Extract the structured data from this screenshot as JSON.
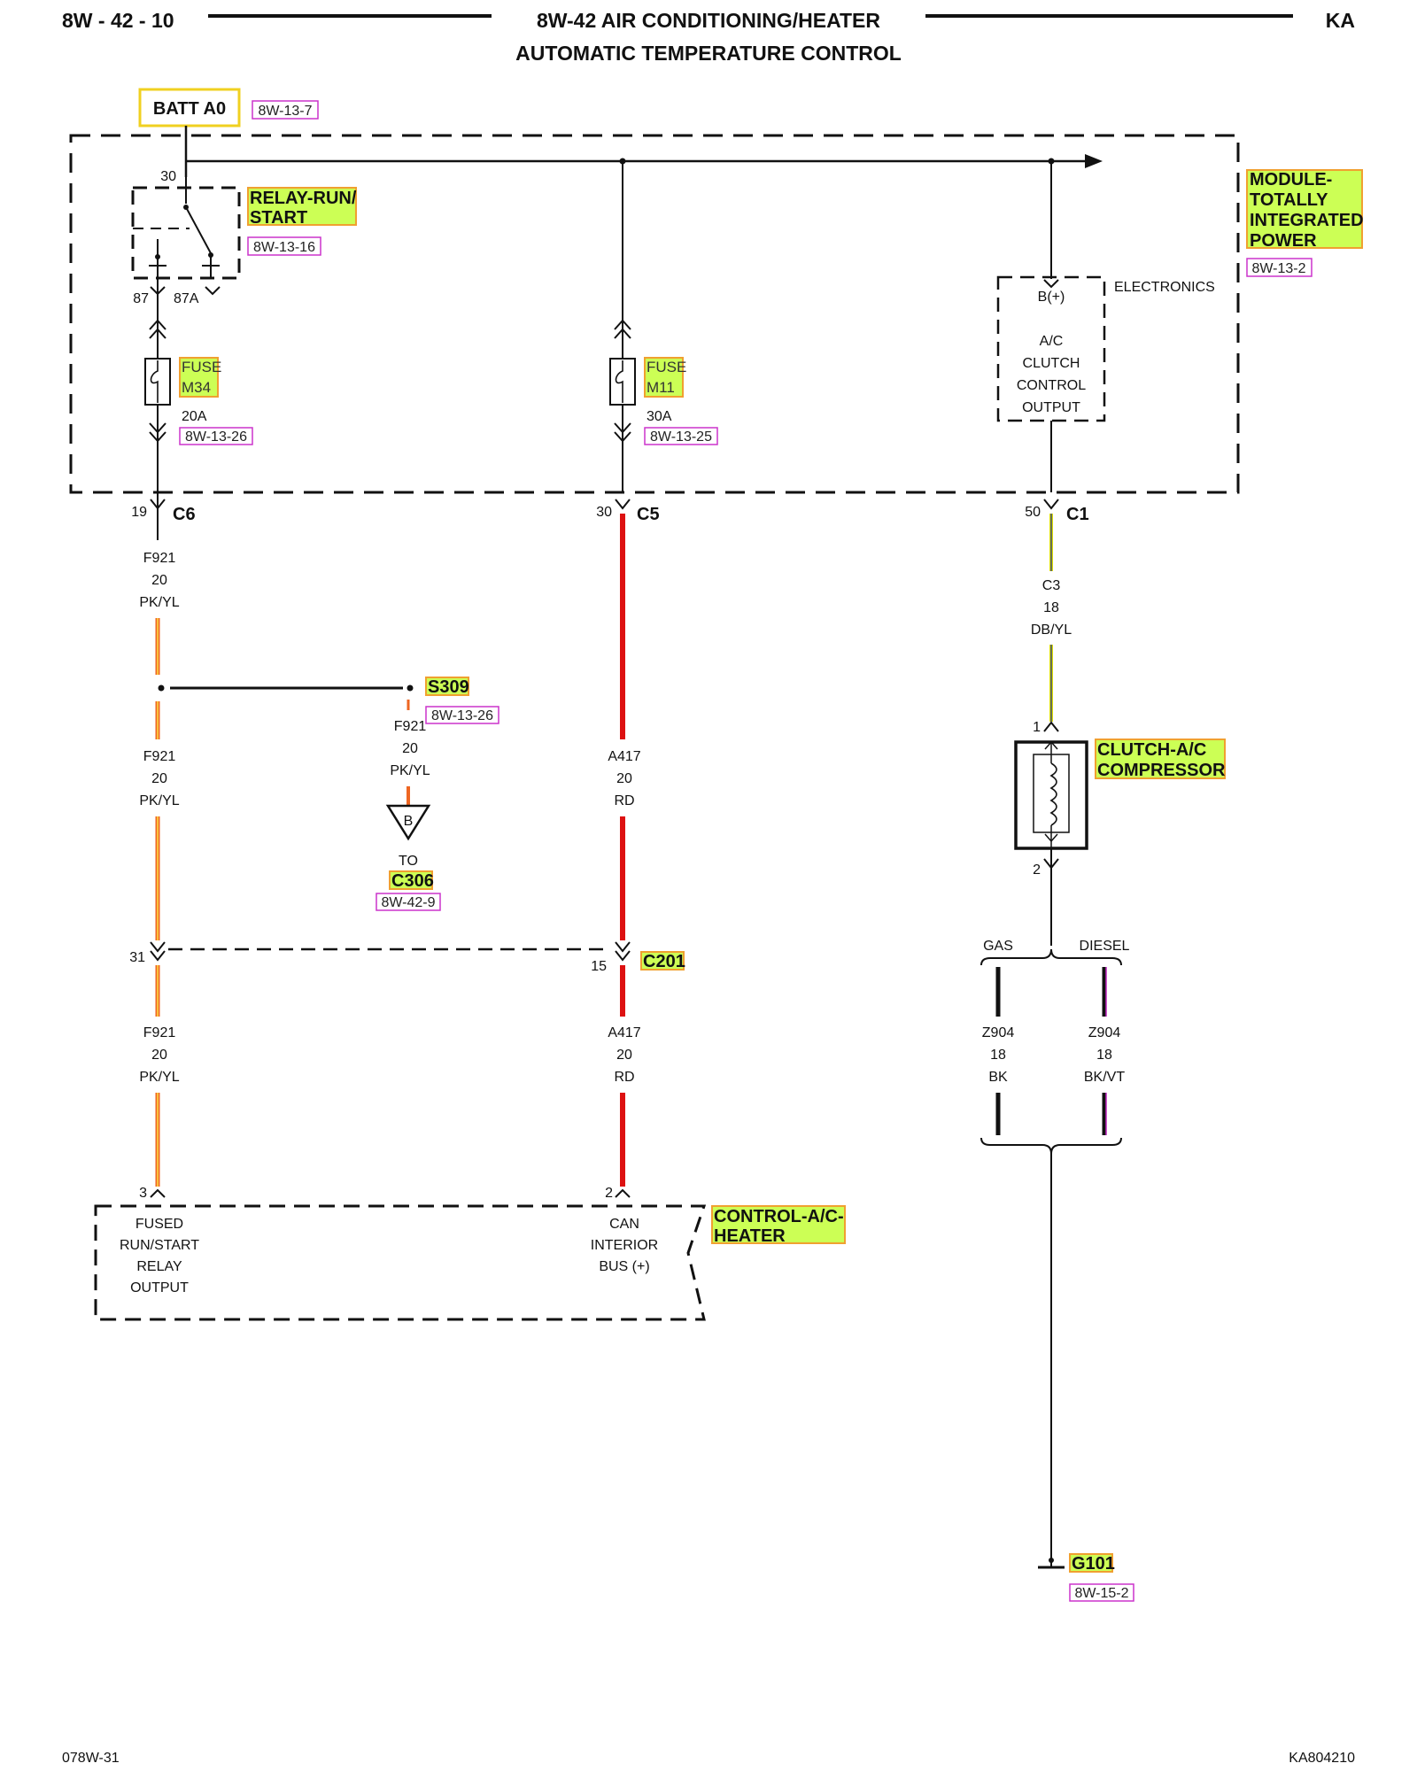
{
  "header": {
    "page_code": "8W - 42 - 10",
    "title": "8W-42 AIR CONDITIONING/HEATER",
    "subtitle": "AUTOMATIC TEMPERATURE CONTROL",
    "model": "KA"
  },
  "footer": {
    "left": "078W-31",
    "right": "KA804210"
  },
  "colors": {
    "label_highlight": "#ccff55",
    "label_border": "#f0a030",
    "ref_border": "#cc33cc",
    "batt_border": "#f0d020",
    "wire_red": "#dd1111",
    "wire_pkyl": "#ee6622",
    "wire_dbyl": "#dddd00",
    "wire_bkvt": "#bb22bb"
  },
  "power": {
    "label": "BATT A0",
    "ref": "8W-13-7"
  },
  "module_tipm": {
    "name_lines": [
      "MODULE-",
      "TOTALLY",
      "INTEGRATED",
      "POWER"
    ],
    "ref": "8W-13-2",
    "electronics_label": "ELECTRONICS",
    "electronics_pin": "B(+)",
    "electronics_function": [
      "A/C",
      "CLUTCH",
      "CONTROL",
      "OUTPUT"
    ]
  },
  "relay": {
    "name_lines": [
      "RELAY-RUN/",
      "START"
    ],
    "ref": "8W-13-16",
    "pin_30": "30",
    "pin_87": "87",
    "pin_87a": "87A"
  },
  "fuses": [
    {
      "line1": "FUSE",
      "line2": "M34",
      "rating": "20A",
      "ref": "8W-13-26"
    },
    {
      "line1": "FUSE",
      "line2": "M11",
      "rating": "30A",
      "ref": "8W-13-25"
    }
  ],
  "connectors": {
    "c6": {
      "pin": "19",
      "name": "C6"
    },
    "c5": {
      "pin": "30",
      "name": "C5"
    },
    "c1": {
      "pin": "50",
      "name": "C1"
    },
    "c201": {
      "pin_left": "31",
      "pin_right": "15",
      "name": "C201"
    }
  },
  "splice": {
    "name": "S309",
    "ref": "8W-13-26"
  },
  "wires": {
    "f921_a": {
      "circuit": "F921",
      "gauge": "20",
      "color": "PK/YL"
    },
    "f921_b": {
      "circuit": "F921",
      "gauge": "20",
      "color": "PK/YL"
    },
    "f921_c": {
      "circuit": "F921",
      "gauge": "20",
      "color": "PK/YL"
    },
    "f921_d": {
      "circuit": "F921",
      "gauge": "20",
      "color": "PK/YL"
    },
    "a417_a": {
      "circuit": "A417",
      "gauge": "20",
      "color": "RD"
    },
    "a417_b": {
      "circuit": "A417",
      "gauge": "20",
      "color": "RD"
    },
    "c3": {
      "circuit": "C3",
      "gauge": "18",
      "color": "DB/YL"
    },
    "z904_gas": {
      "circuit": "Z904",
      "gauge": "18",
      "color": "BK"
    },
    "z904_diesel": {
      "circuit": "Z904",
      "gauge": "18",
      "color": "BK/VT"
    }
  },
  "offpage": {
    "letter": "B",
    "to": "TO",
    "connector": "C306",
    "ref": "8W-42-9"
  },
  "clutch": {
    "name_lines": [
      "CLUTCH-A/C",
      "COMPRESSOR"
    ],
    "pin1": "1",
    "pin2": "2"
  },
  "options": {
    "gas": "GAS",
    "diesel": "DIESEL"
  },
  "control_module": {
    "name_lines": [
      "CONTROL-A/C-",
      "HEATER"
    ],
    "pin_fused": "3",
    "pin_can": "2",
    "fused_lines": [
      "FUSED",
      "RUN/START",
      "RELAY",
      "OUTPUT"
    ],
    "can_lines": [
      "CAN",
      "INTERIOR",
      "BUS (+)"
    ]
  },
  "ground": {
    "name": "G101",
    "ref": "8W-15-2"
  }
}
